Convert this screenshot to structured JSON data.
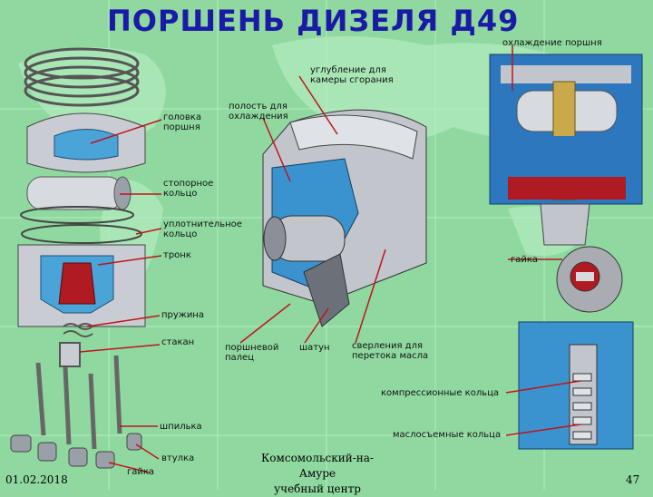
{
  "title": "ПОРШЕНЬ ДИЗЕЛЯ Д49",
  "labels": {
    "cooling": "охлаждение поршня",
    "recess": "углубление для\nкамеры сгорания",
    "head": "головка\nпоршня",
    "cavity": "полость для\nохлаждения",
    "retaining_ring": "стопорное\nкольцо",
    "seal_ring": "уплотнительное\nкольцо",
    "skirt": "тронк",
    "nut_right": "гайка",
    "spring": "пружина",
    "cup": "стакан",
    "pin": "поршневой\nпалец",
    "rod": "шатун",
    "oil_holes": "сверления для\nперетока масла",
    "compression_rings": "компрессионные кольца",
    "stud": "шпилька",
    "oil_rings": "маслосъемные кольца",
    "bushing": "втулка",
    "nut_left": "гайка"
  },
  "footer": {
    "date": "01.02.2018",
    "center": "Комсомольский-на-Амуре\nучебный центр",
    "page": "47"
  }
}
